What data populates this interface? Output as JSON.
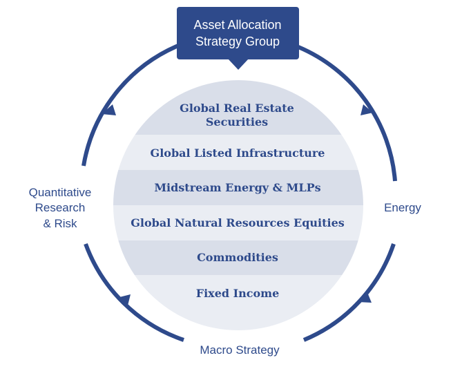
{
  "header": {
    "line1": "Asset Allocation",
    "line2": "Strategy Group"
  },
  "bands": [
    {
      "line1": "Global Real Estate",
      "line2": "Securities",
      "shade": "#d9dee9"
    },
    {
      "line1": "Global Listed Infrastructure",
      "shade": "#eaedf3"
    },
    {
      "line1": "Midstream Energy & MLPs",
      "shade": "#d9dee9"
    },
    {
      "line1": "Global Natural Resources Equities",
      "shade": "#eaedf3"
    },
    {
      "line1": "Commodities",
      "shade": "#d9dee9"
    },
    {
      "line1": "Fixed Income",
      "shade": "#eaedf3"
    }
  ],
  "outer_labels": {
    "left": {
      "line1": "Quantitative",
      "line2": "Research",
      "line3": "& Risk"
    },
    "right": "Energy",
    "bottom": "Macro Strategy"
  },
  "colors": {
    "accent": "#2e4a8b",
    "band_dark": "#d9dee9",
    "band_light": "#eaedf3",
    "box": "#2e4a8b"
  }
}
